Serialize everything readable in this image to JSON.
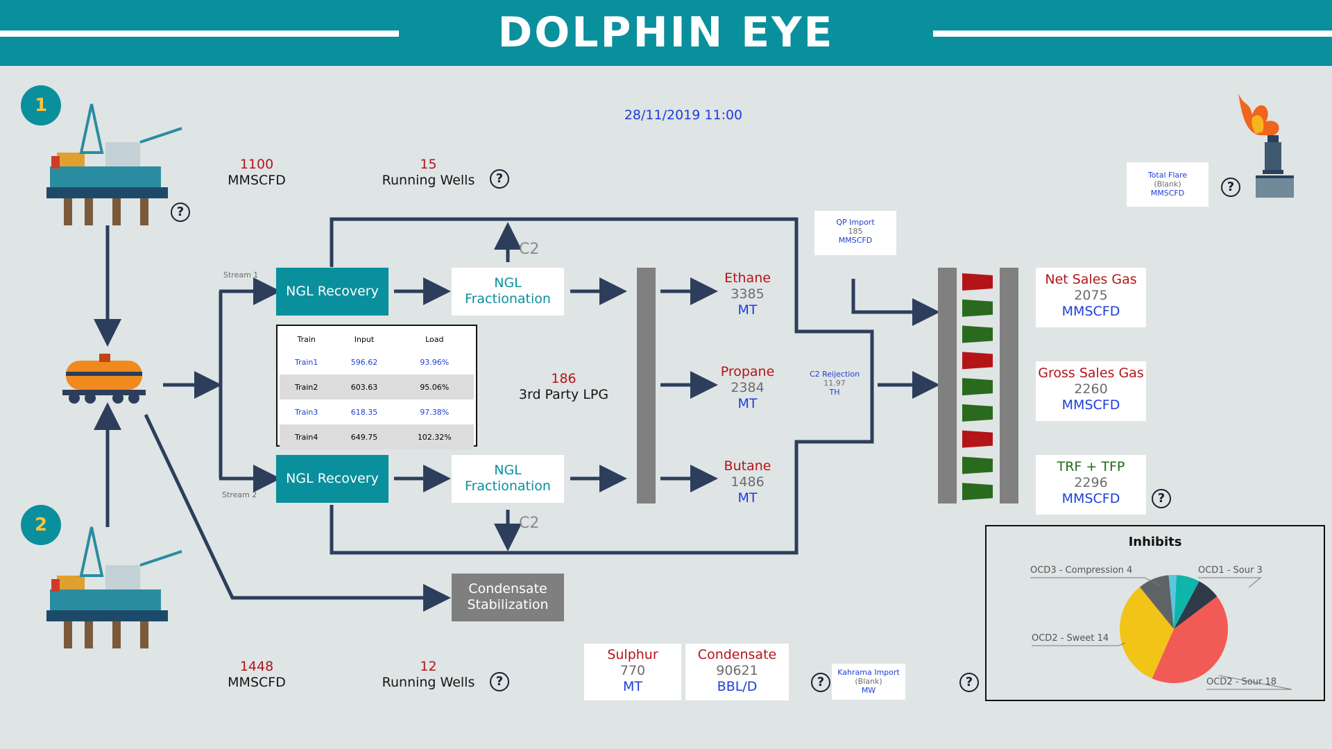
{
  "header": {
    "title": "DOLPHIN EYE"
  },
  "datetime": "28/11/2019  11:00",
  "platform1": {
    "badge": "1",
    "flow_value": "1100",
    "flow_unit": "MMSCFD",
    "wells_value": "15",
    "wells_label": "Running Wells"
  },
  "platform2": {
    "badge": "2",
    "flow_value": "1448",
    "flow_unit": "MMSCFD",
    "wells_value": "12",
    "wells_label": "Running Wells"
  },
  "help_icon_text": "?",
  "stream1_label": "Stream 1",
  "stream2_label": "Stream 2",
  "ngl_recovery_label": "NGL Recovery",
  "ngl_fractionation_label": "NGL\nFractionation",
  "c2_label": "C2",
  "condensate_stabilization_label": "Condensate Stabilization",
  "train_table": {
    "headers": [
      "Train",
      "Input",
      "Load"
    ],
    "rows": [
      {
        "train": "Train1",
        "input": "596.62",
        "load": "93.96%"
      },
      {
        "train": "Train2",
        "input": "603.63",
        "load": "95.06%"
      },
      {
        "train": "Train3",
        "input": "618.35",
        "load": "97.38%"
      },
      {
        "train": "Train4",
        "input": "649.75",
        "load": "102.32%"
      }
    ]
  },
  "third_party_lpg": {
    "value": "186",
    "label": "3rd Party LPG"
  },
  "products": [
    {
      "name": "Ethane",
      "value": "3385",
      "unit": "MT"
    },
    {
      "name": "Propane",
      "value": "2384",
      "unit": "MT"
    },
    {
      "name": "Butane",
      "value": "1486",
      "unit": "MT"
    }
  ],
  "qp_import": {
    "label": "QP Import",
    "value": "185",
    "unit": "MMSCFD"
  },
  "c2_rejection": {
    "label": "C2 Reijection",
    "value": "11.97",
    "unit": "TH"
  },
  "total_flare": {
    "label": "Total Flare",
    "value": "(Blank)",
    "unit": "MMSCFD"
  },
  "sales": [
    {
      "name": "Net Sales Gas",
      "value": "2075",
      "unit": "MMSCFD",
      "color": "#b41418"
    },
    {
      "name": "Gross Sales Gas",
      "value": "2260",
      "unit": "MMSCFD",
      "color": "#b41418"
    },
    {
      "name": "TRF + TFP",
      "value": "2296",
      "unit": "MMSCFD",
      "color": "#1f6b18"
    }
  ],
  "valve_states": [
    "red",
    "green",
    "green",
    "red",
    "green",
    "green",
    "red",
    "green",
    "green"
  ],
  "colors": {
    "teal": "#0a8f9d",
    "valve_red": "#b41418",
    "valve_green": "#2a6a1e",
    "header_bg": "#0a8f9d"
  },
  "sulphur": {
    "name": "Sulphur",
    "value": "770",
    "unit": "MT"
  },
  "condensate": {
    "name": "Condensate",
    "value": "90621",
    "unit": "BBL/D"
  },
  "kahrama_import": {
    "label": "Kahrama Import",
    "value": "(Blank)",
    "unit": "MW"
  },
  "inhibits": {
    "title": "Inhibits",
    "chart_data": {
      "type": "pie",
      "title": "Inhibits",
      "slices": [
        {
          "label": "OCD1 - Sour 3",
          "value": 3,
          "color": "#0fb5a8"
        },
        {
          "label": "OCD1 - Sour 3",
          "value": 3,
          "color": "#2e3a47"
        },
        {
          "label": "OCD2 - Sour 18",
          "value": 18,
          "color": "#f25a55"
        },
        {
          "label": "OCD2 - Sweet 14",
          "value": 14,
          "color": "#f2c418"
        },
        {
          "label": "OCD3 - Compression 4",
          "value": 4,
          "color": "#5e6466"
        },
        {
          "label": "",
          "value": 1,
          "color": "#5cc6e0"
        }
      ],
      "labels": [
        "OCD3 - Compression 4",
        "OCD1 - Sour 3",
        "OCD2 - Sweet 14",
        "OCD2 - Sour 18"
      ]
    }
  }
}
